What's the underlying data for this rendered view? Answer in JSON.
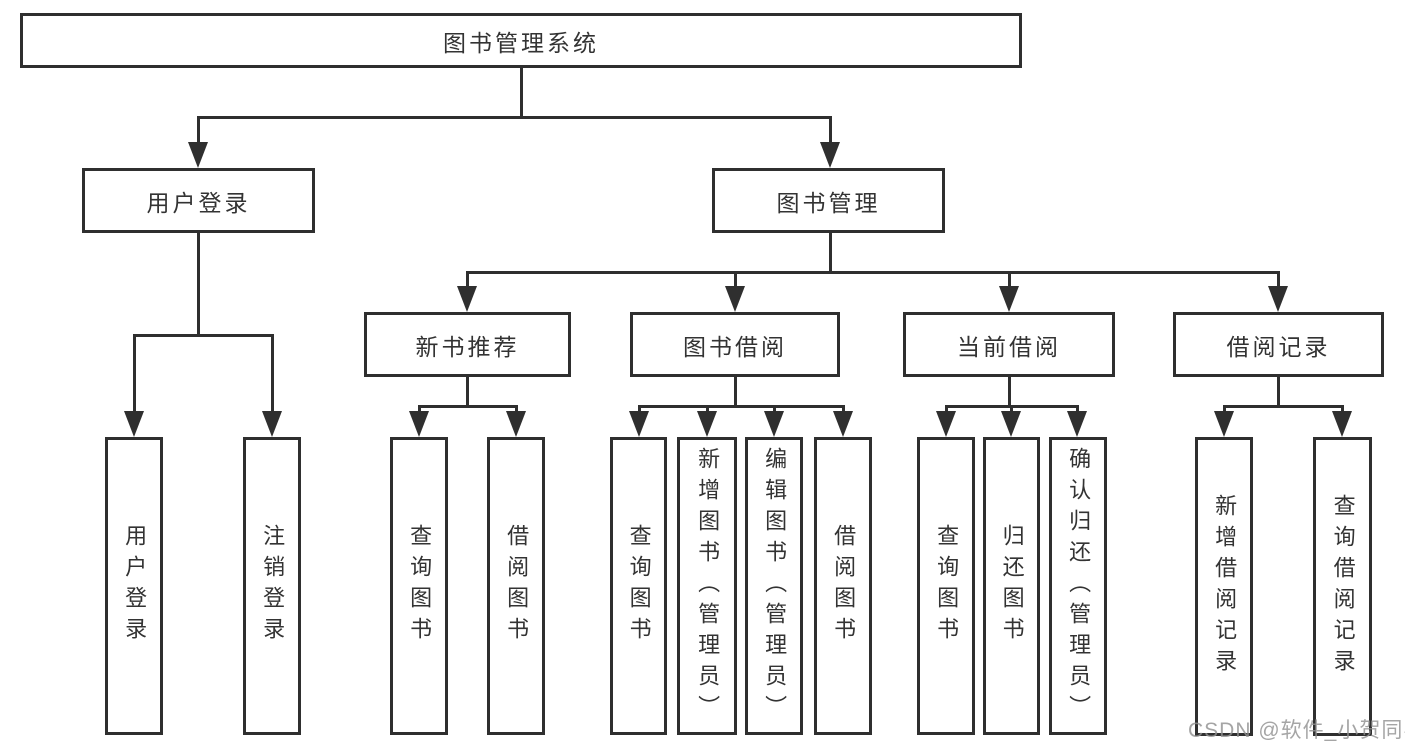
{
  "tree": {
    "label": "图书管理系统",
    "children": [
      {
        "label": "用户登录",
        "children": [
          {
            "label": "用户登录"
          },
          {
            "label": "注销登录"
          }
        ]
      },
      {
        "label": "图书管理",
        "children": [
          {
            "label": "新书推荐",
            "children": [
              {
                "label": "查询图书"
              },
              {
                "label": "借阅图书"
              }
            ]
          },
          {
            "label": "图书借阅",
            "children": [
              {
                "label": "查询图书"
              },
              {
                "label": "新增图书（管理员）"
              },
              {
                "label": "编辑图书（管理员）"
              },
              {
                "label": "借阅图书"
              }
            ]
          },
          {
            "label": "当前借阅",
            "children": [
              {
                "label": "查询图书"
              },
              {
                "label": "归还图书"
              },
              {
                "label": "确认归还（管理员）"
              }
            ]
          },
          {
            "label": "借阅记录",
            "children": [
              {
                "label": "新增借阅记录"
              },
              {
                "label": "查询借阅记录"
              }
            ]
          }
        ]
      }
    ]
  },
  "watermark": "CSDN @软件_小贺同学",
  "colors": {
    "line": "#2f2f2f",
    "text": "#333333",
    "background": "#ffffff",
    "watermark": "#919191"
  }
}
